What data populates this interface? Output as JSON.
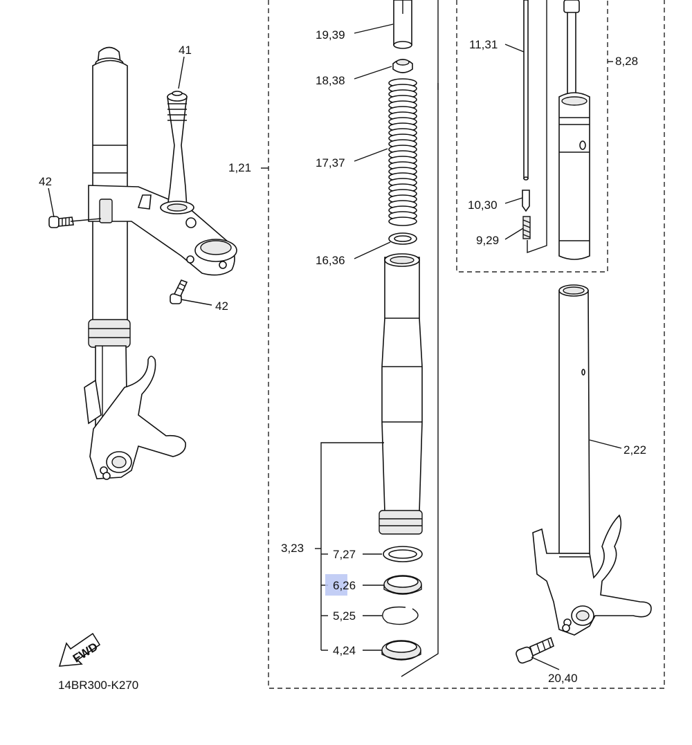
{
  "diagram_code": "14BR300-K270",
  "fwd_arrow": {
    "text": "FWD",
    "icon": "fwd-arrow-icon"
  },
  "highlight_color": "#b9c6f3",
  "labels": {
    "p41": "41",
    "p42_upper": "42",
    "p42_lower": "42",
    "p1_21": "1,21",
    "p19_39": "19,39",
    "p18_38": "18,38",
    "p17_37": "17,37",
    "p16_36": "16,36",
    "p11_31": "11,31",
    "p10_30": "10,30",
    "p9_29": "9,29",
    "p8_28": "8,28",
    "p2_22": "2,22",
    "p3_23": "3,23",
    "p7_27": "7,27",
    "p6_26": "6,26",
    "p5_25": "5,25",
    "p4_24": "4,24",
    "p20_40": "20,40"
  },
  "selected_part": "6,26"
}
